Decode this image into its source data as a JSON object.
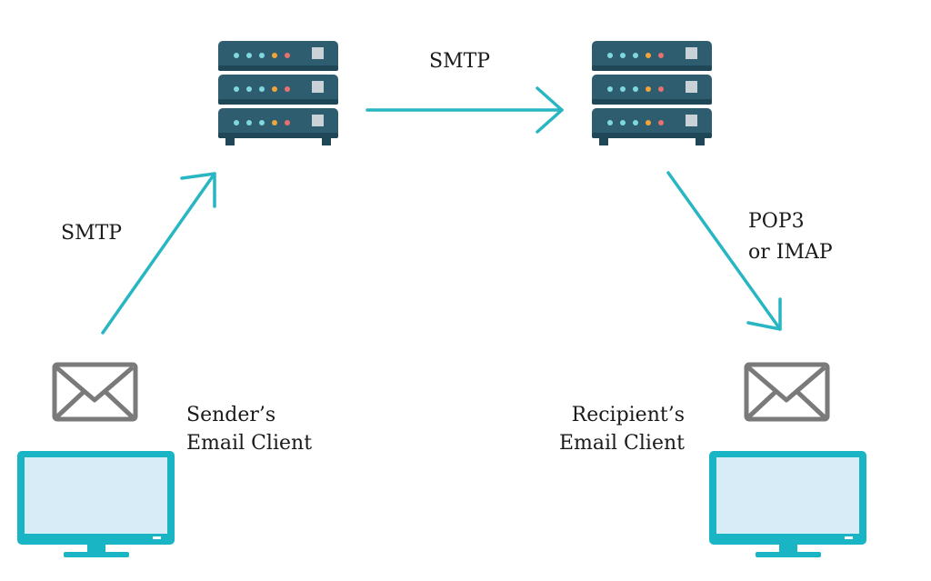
{
  "labels": {
    "smtp_left": "SMTP",
    "smtp_top": "SMTP",
    "pop3_line1": "POP3",
    "pop3_line2": "or IMAP",
    "sender_line1": "Sender’s",
    "sender_line2": "Email Client",
    "recipient_line1": "Recipient’s",
    "recipient_line2": "Email Client"
  },
  "colors": {
    "arrow": "#29b6c3",
    "server_body": "#2d5d6e",
    "server_dark": "#1f4757",
    "monitor_frame": "#19b5c4",
    "monitor_screen": "#d8ecf7",
    "envelope": "#7a7a7a",
    "led_teal": "#7fd8e0",
    "led_orange": "#f2a33a",
    "led_red": "#e8706f",
    "server_panel": "#c9d2d6"
  },
  "icons": {
    "sender_server": "server-rack-icon",
    "recipient_server": "server-rack-icon",
    "sender_envelope": "envelope-icon",
    "recipient_envelope": "envelope-icon",
    "sender_monitor": "monitor-icon",
    "recipient_monitor": "monitor-icon"
  }
}
